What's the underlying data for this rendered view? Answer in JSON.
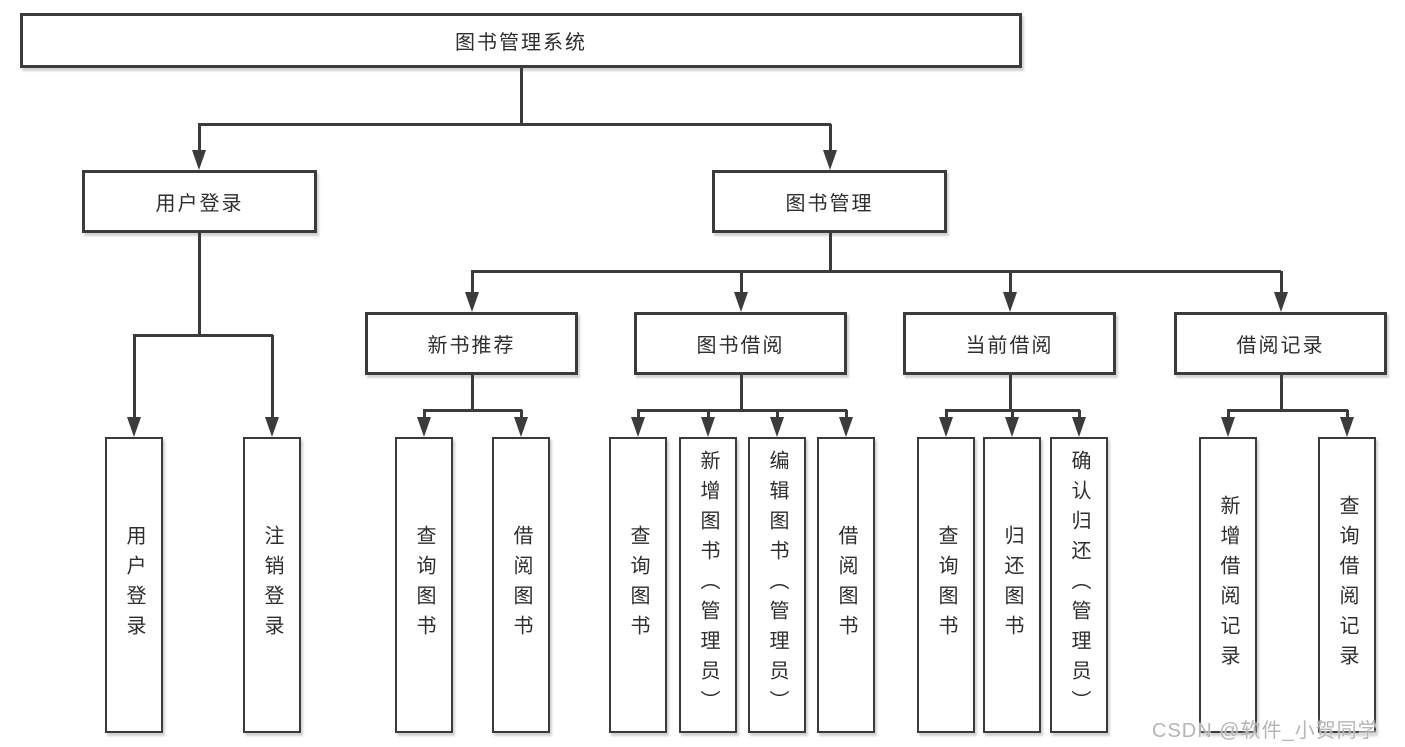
{
  "colors": {
    "background": "#ffffff",
    "line": "#3b3b3b",
    "text": "#2e2e2e",
    "watermark": "#b5b5b5"
  },
  "tree": {
    "root": {
      "label": "图书管理系统"
    },
    "branches": [
      {
        "label": "用户登录"
      },
      {
        "label": "图书管理"
      }
    ],
    "modules": [
      {
        "label": "新书推荐"
      },
      {
        "label": "图书借阅"
      },
      {
        "label": "当前借阅"
      },
      {
        "label": "借阅记录"
      }
    ],
    "leaves": [
      {
        "label": "用户登录"
      },
      {
        "label": "注销登录"
      },
      {
        "label": "查询图书"
      },
      {
        "label": "借阅图书"
      },
      {
        "label": "查询图书"
      },
      {
        "label": "新增图书（管理员）"
      },
      {
        "label": "编辑图书（管理员）"
      },
      {
        "label": "借阅图书"
      },
      {
        "label": "查询图书"
      },
      {
        "label": "归还图书"
      },
      {
        "label": "确认归还（管理员）"
      },
      {
        "label": "新增借阅记录"
      },
      {
        "label": "查询借阅记录"
      }
    ]
  },
  "watermark": {
    "text": "CSDN @软件_小贺同学"
  }
}
